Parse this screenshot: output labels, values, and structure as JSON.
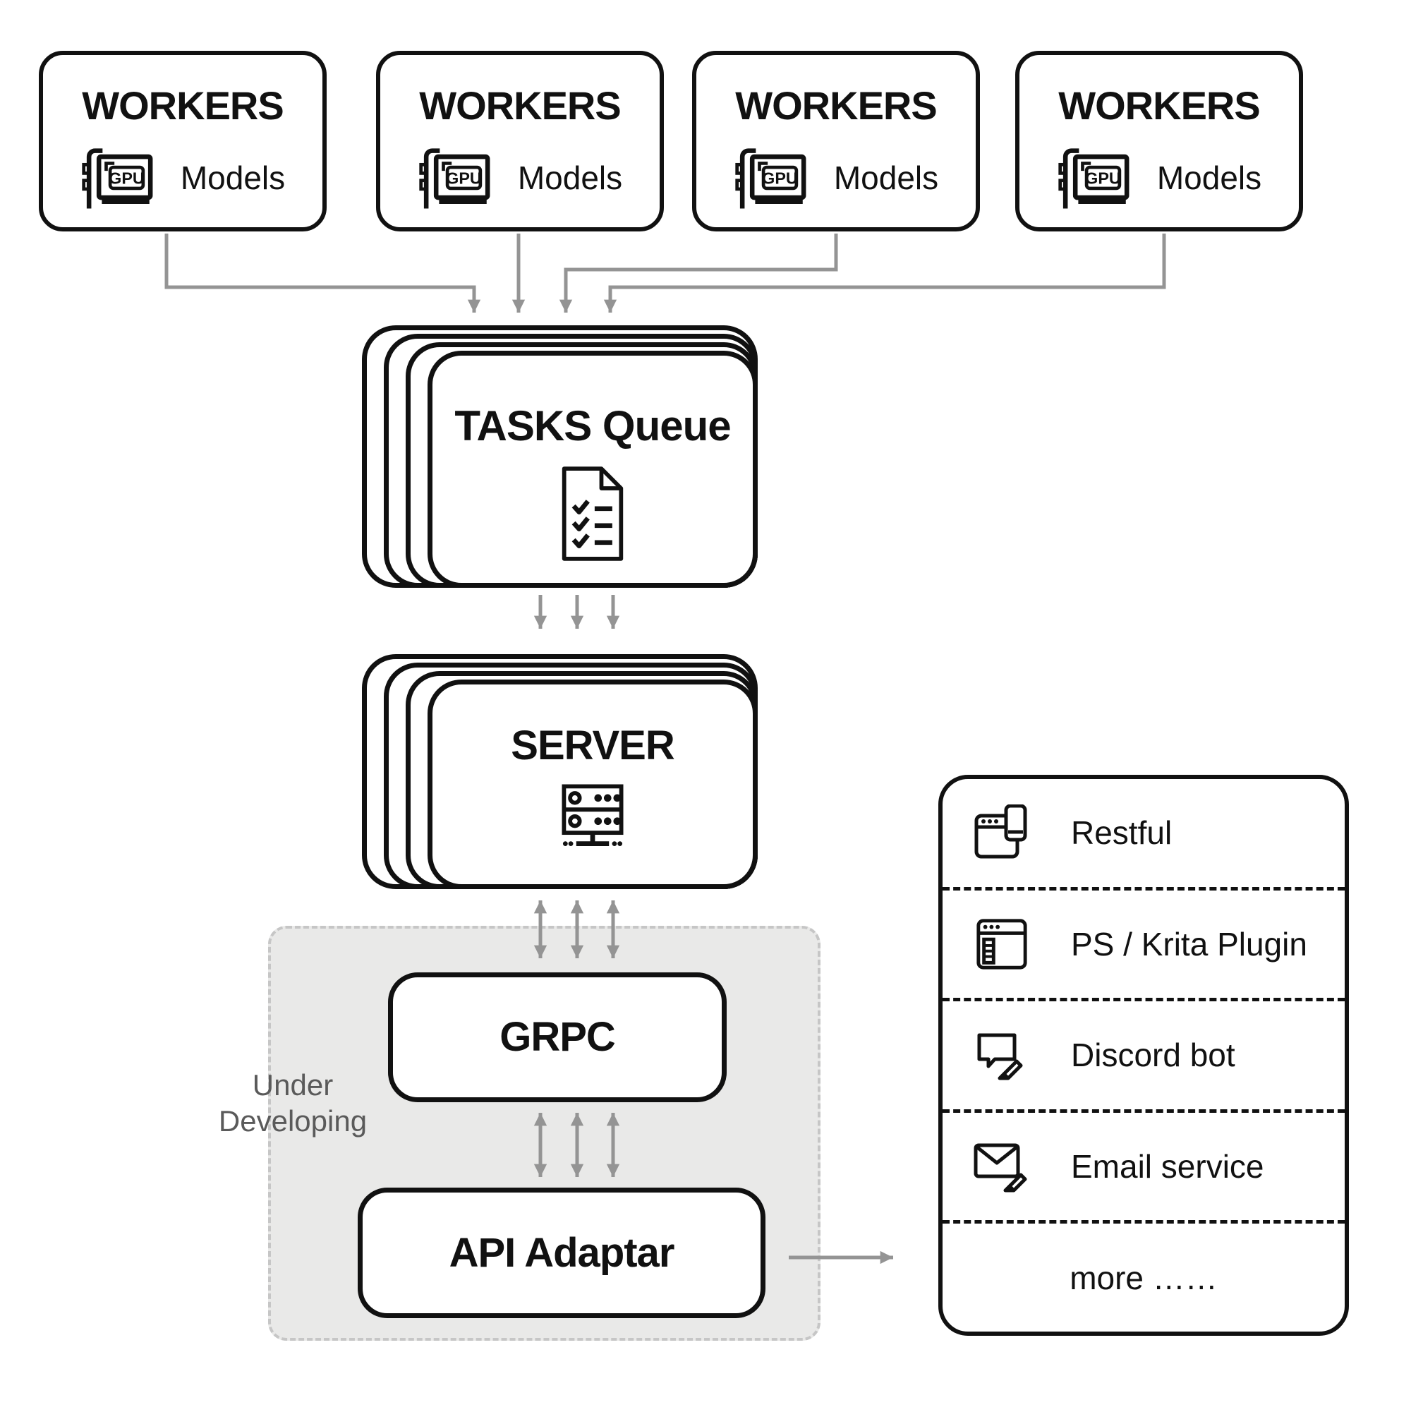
{
  "workers": {
    "title": "WORKERS",
    "gpu_label": "GPU",
    "models_label": "Models"
  },
  "tasks_queue": {
    "title": "TASKS Queue"
  },
  "server": {
    "title": "SERVER"
  },
  "dev_region": {
    "label_line1": "Under",
    "label_line2": "Developing"
  },
  "grpc": {
    "title": "GRPC"
  },
  "api_adapter": {
    "title": "API Adaptar"
  },
  "clients": {
    "items": [
      {
        "label": "Restful",
        "icon": "browser-phone-icon"
      },
      {
        "label": "PS / Krita Plugin",
        "icon": "plugin-window-icon"
      },
      {
        "label": "Discord bot",
        "icon": "chat-pencil-icon"
      },
      {
        "label": "Email service",
        "icon": "email-pencil-icon"
      },
      {
        "label": "more ……",
        "icon": "none"
      }
    ]
  },
  "colors": {
    "stroke": "#111111",
    "arrow_gray": "#949494",
    "region_fill": "#e9e9e8",
    "region_border": "#c6c6c6",
    "muted_text": "#5a5a5a",
    "background": "#ffffff"
  }
}
